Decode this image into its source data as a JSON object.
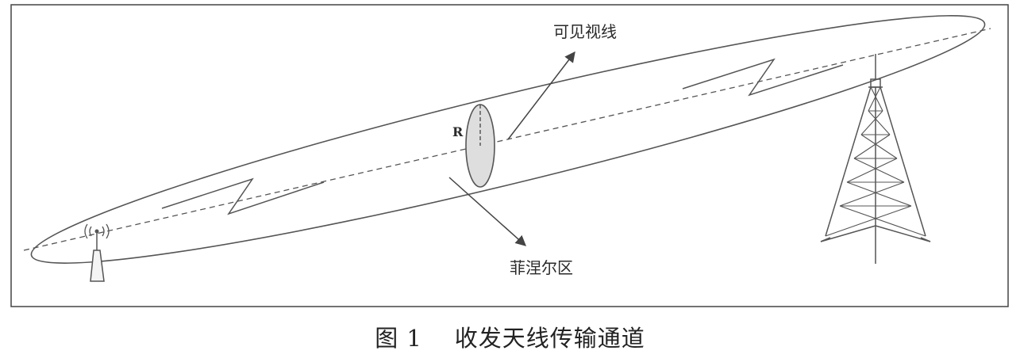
{
  "labels": {
    "line_of_sight": "可见视线",
    "fresnel_zone": "菲涅尔区",
    "radius": "R"
  },
  "caption": {
    "number": "图 1",
    "title": "收发天线传输通道"
  },
  "colors": {
    "line": "#555555",
    "fresnel_fill": "#dedede",
    "frame": "#444444"
  },
  "icons": {
    "transmitter": "wireless-antenna-icon",
    "receiver": "lattice-tower-icon"
  }
}
